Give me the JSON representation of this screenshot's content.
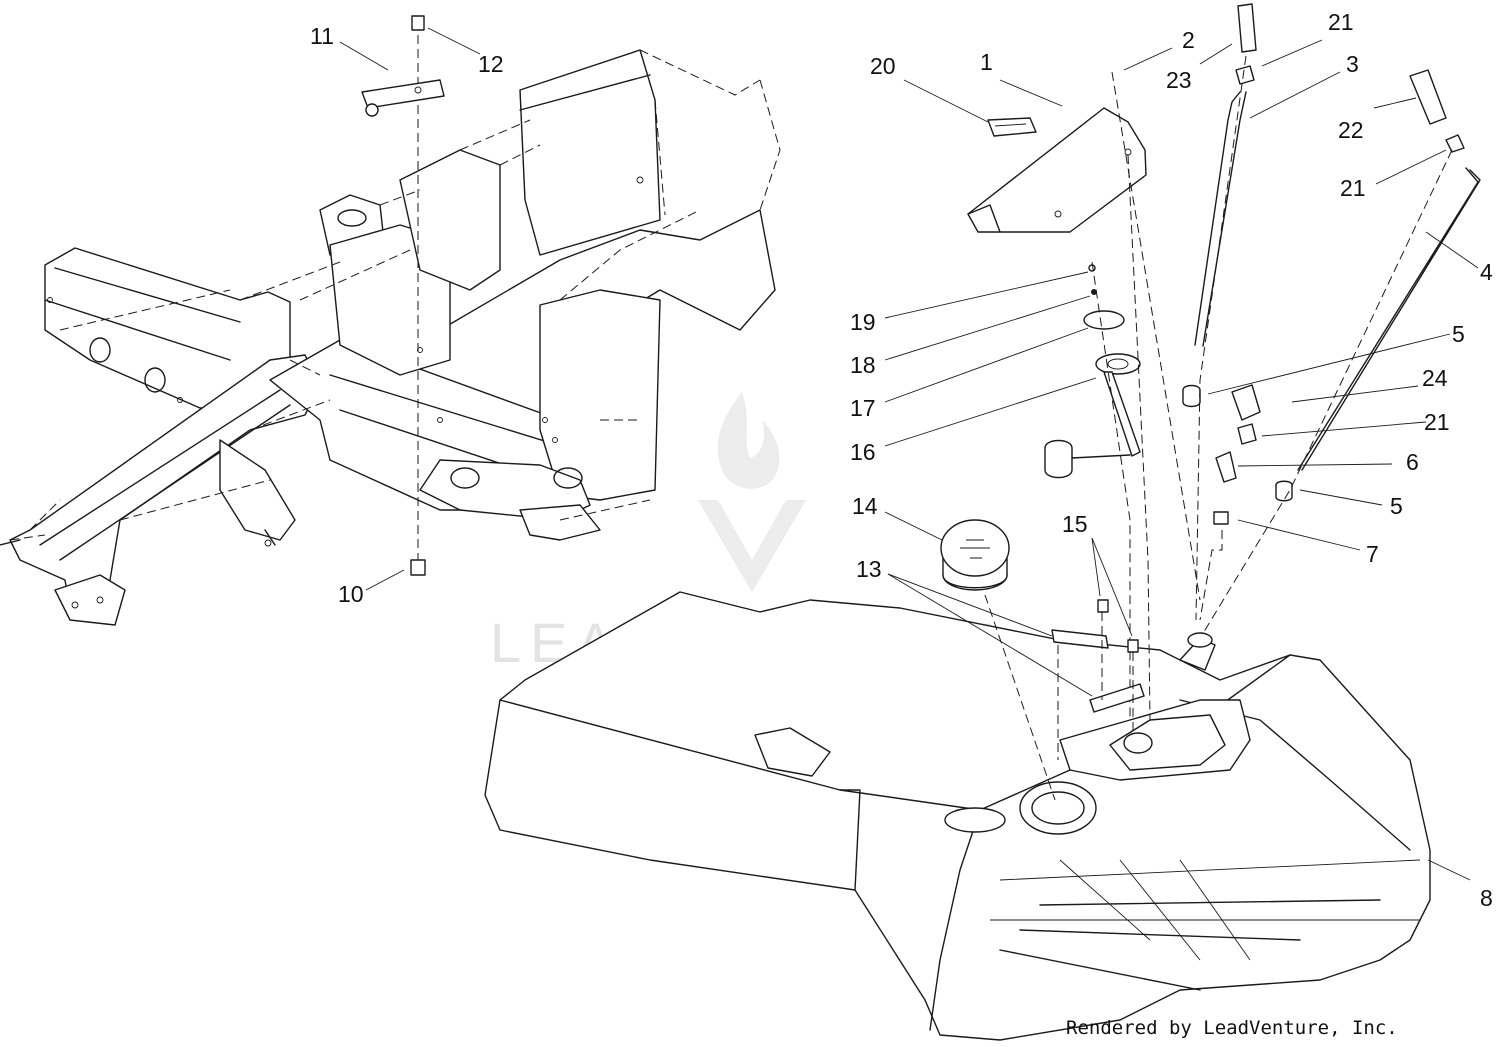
{
  "diagram": {
    "callouts": [
      {
        "id": "c1",
        "label": "1"
      },
      {
        "id": "c2",
        "label": "2"
      },
      {
        "id": "c3",
        "label": "3"
      },
      {
        "id": "c4",
        "label": "4"
      },
      {
        "id": "c5a",
        "label": "5"
      },
      {
        "id": "c5b",
        "label": "5"
      },
      {
        "id": "c6",
        "label": "6"
      },
      {
        "id": "c7",
        "label": "7"
      },
      {
        "id": "c8",
        "label": "8"
      },
      {
        "id": "c10",
        "label": "10"
      },
      {
        "id": "c11",
        "label": "11"
      },
      {
        "id": "c12",
        "label": "12"
      },
      {
        "id": "c13",
        "label": "13"
      },
      {
        "id": "c14",
        "label": "14"
      },
      {
        "id": "c15",
        "label": "15"
      },
      {
        "id": "c16",
        "label": "16"
      },
      {
        "id": "c17",
        "label": "17"
      },
      {
        "id": "c18",
        "label": "18"
      },
      {
        "id": "c19",
        "label": "19"
      },
      {
        "id": "c20",
        "label": "20"
      },
      {
        "id": "c21a",
        "label": "21"
      },
      {
        "id": "c21b",
        "label": "21"
      },
      {
        "id": "c21c",
        "label": "21"
      },
      {
        "id": "c22",
        "label": "22"
      },
      {
        "id": "c23",
        "label": "23"
      },
      {
        "id": "c24",
        "label": "24"
      }
    ],
    "watermark": "LEADVENTURE",
    "credit": "Rendered by LeadVenture, Inc."
  }
}
